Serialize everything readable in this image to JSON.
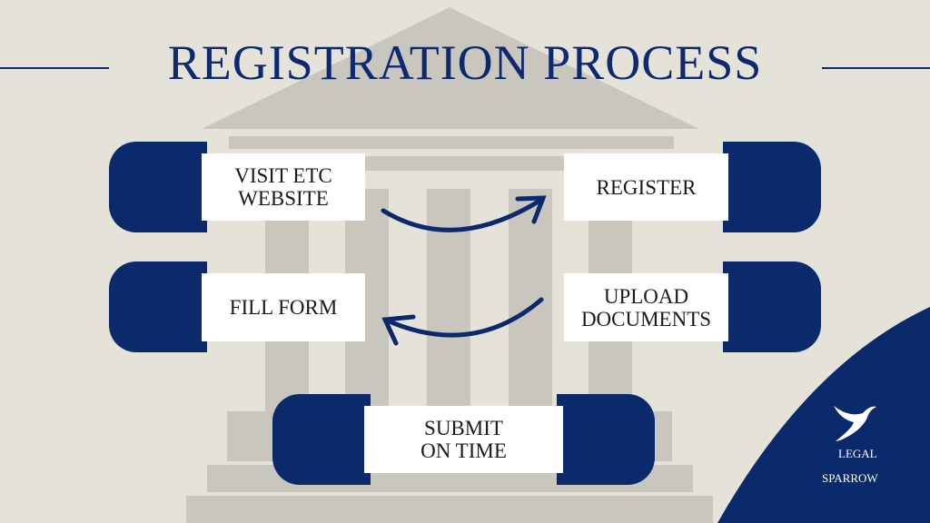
{
  "title": "REGISTRATION PROCESS",
  "steps": {
    "visit": "VISIT ETC\nWEBSITE",
    "register": "REGISTER",
    "fill": "FILL FORM",
    "upload": "UPLOAD\nDOCUMENTS",
    "submit": "SUBMIT\nON TIME"
  },
  "brand": {
    "line1": "LEGAL",
    "line2": "SPARROW",
    "icon": "sparrow-icon"
  },
  "colors": {
    "navy": "#0b2a6b",
    "background": "#e5e2da",
    "building": "#c9c6be"
  }
}
